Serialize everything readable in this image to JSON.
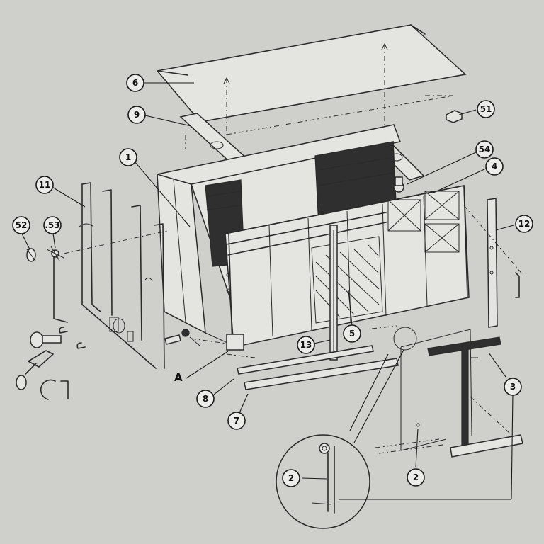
{
  "diagram": {
    "callouts": [
      {
        "id": "c6",
        "label": "6"
      },
      {
        "id": "c9",
        "label": "9"
      },
      {
        "id": "c1",
        "label": "1"
      },
      {
        "id": "c11",
        "label": "11"
      },
      {
        "id": "c52",
        "label": "52"
      },
      {
        "id": "c53",
        "label": ".53"
      },
      {
        "id": "c51",
        "label": "51"
      },
      {
        "id": "c54",
        "label": "54"
      },
      {
        "id": "c4",
        "label": "4"
      },
      {
        "id": "c12",
        "label": "12"
      },
      {
        "id": "c5",
        "label": "5"
      },
      {
        "id": "c13",
        "label": "13"
      },
      {
        "id": "c8",
        "label": "8"
      },
      {
        "id": "c7",
        "label": "7"
      },
      {
        "id": "c3",
        "label": "3"
      },
      {
        "id": "c2a",
        "label": "2"
      },
      {
        "id": "c2b",
        "label": "2"
      }
    ],
    "detail_letter": "A",
    "colors": {
      "paper": "#cfcfcc",
      "ink": "#2a2a2a",
      "dark_panel": "#2f2f2f"
    }
  }
}
